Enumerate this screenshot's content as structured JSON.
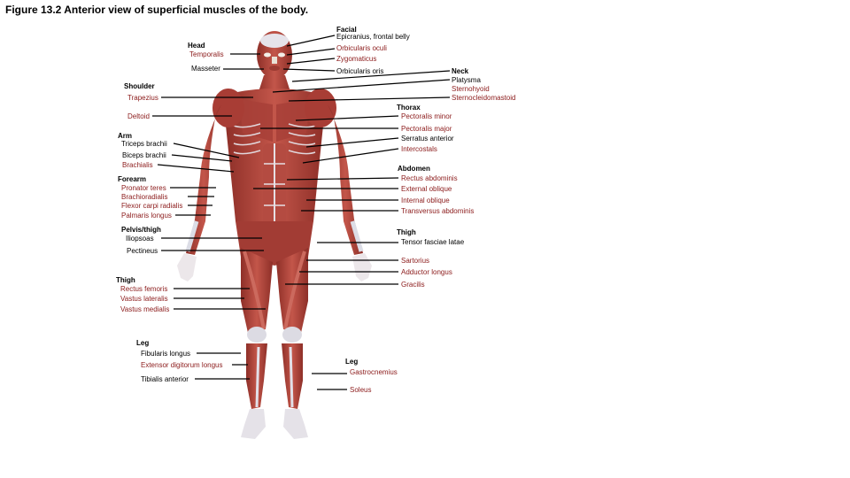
{
  "figure": {
    "title": "Figure 13.2  Anterior view of superficial muscles of the body."
  },
  "colors": {
    "muscle": "#b5443a",
    "muscle_dark": "#7a2420",
    "tendon": "#d8d8e0",
    "label_red": "#8b1a1a",
    "leader_line": "#000000"
  },
  "labels": {
    "facial_group": "Facial",
    "epicranius": "Epicranius, frontal belly",
    "orbicularis_oculi": "Orbicularis oculi",
    "zygomaticus": "Zygomaticus",
    "orbicularis_oris": "Orbicularis oris",
    "head_group": "Head",
    "temporalis": "Temporalis",
    "masseter": "Masseter",
    "neck_group": "Neck",
    "platysma": "Platysma",
    "sternohyoid": "Sternohyoid",
    "sternocleidomastoid": "Sternocleidomastoid",
    "shoulder_group": "Shoulder",
    "trapezius": "Trapezius",
    "deltoid": "Deltoid",
    "thorax_group": "Thorax",
    "pectoralis_minor": "Pectoralis minor",
    "pectoralis_major": "Pectoralis major",
    "serratus_anterior": "Serratus anterior",
    "intercostals": "Intercostals",
    "arm_group": "Arm",
    "triceps_brachii": "Triceps brachii",
    "biceps_brachii": "Biceps brachii",
    "brachialis": "Brachialis",
    "abdomen_group": "Abdomen",
    "rectus_abdominis": "Rectus abdominis",
    "external_oblique": "External oblique",
    "internal_oblique": "Internal oblique",
    "transversus_abdominis": "Transversus abdominis",
    "forearm_group": "Forearm",
    "pronator_teres": "Pronator teres",
    "brachioradialis": "Brachioradialis",
    "flexor_carpi_radialis": "Flexor carpi radialis",
    "palmaris_longus": "Palmaris longus",
    "pelvis_group": "Pelvis/thigh",
    "iliopsoas": "Iliopsoas",
    "pectineus": "Pectineus",
    "thigh_group_right": "Thigh",
    "tensor_fasciae_latae": "Tensor fasciae latae",
    "sartorius": "Sartorius",
    "adductor_longus": "Adductor longus",
    "gracilis": "Gracilis",
    "thigh_group_left": "Thigh",
    "rectus_femoris": "Rectus femoris",
    "vastus_lateralis": "Vastus lateralis",
    "vastus_medialis": "Vastus medialis",
    "leg_group_left": "Leg",
    "fibularis_longus": "Fibularis longus",
    "extensor_digitorum_longus": "Extensor digitorum longus",
    "tibialis_anterior": "Tibialis anterior",
    "leg_group_right": "Leg",
    "gastrocnemius": "Gastrocnemius",
    "soleus": "Soleus"
  }
}
